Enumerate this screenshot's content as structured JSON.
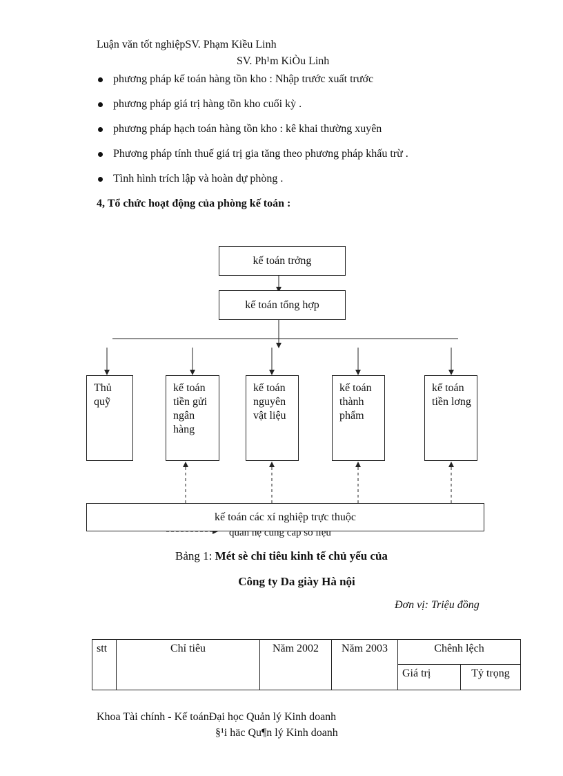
{
  "header": {
    "line1": "Luận văn tốt nghiệpSV.  Phạm Kiều Linh",
    "line2": "SV. Ph¹m KiÒu Linh"
  },
  "bullets": [
    "phương pháp kế toán hàng tồn kho : Nhập trước xuất trước",
    "phương pháp giá trị hàng tồn kho cuối kỳ .",
    "phương pháp hạch toán hàng tồn kho : kê khai thường xuyên",
    "Phương pháp tính thuế giá trị gia tăng theo phương pháp khấu trừ .",
    "Tình hình trích lập và hoàn dự phòng ."
  ],
  "section_heading": "4, Tổ chức hoạt động của phòng kế toán :",
  "diagram": {
    "top_box": "kế toán  trởng",
    "second_box": "kế toán  tổng hợp",
    "columns": [
      "Thủ quỹ",
      "kế toán tiền gửi ngân hàng",
      "kế toán nguyên vật liệu",
      "kế toán thành phẩm",
      "kế toán tiền lơng"
    ],
    "bottom_box": "kế toán  các xí nghiệp trực thuộc",
    "legend": "quan hệ cung cấp số liệu"
  },
  "table_caption": {
    "prefix": "Bảng 1: ",
    "title_bold": "Mét sè chỉ tiêu kinh tế chủ yếu của",
    "line2": "Công ty Da giày Hà nội",
    "unit": "Đơn vị: Triệu đồng"
  },
  "table": {
    "headers": [
      "stt",
      "Chỉ tiêu",
      "Năm 2002",
      "Năm 2003",
      "Chênh lệch"
    ],
    "subheaders": [
      "Giá trị",
      "Tỷ trọng"
    ]
  },
  "footer": {
    "line1": "Khoa Tài chính - Kế toánĐại học Quản lý Kinh doanh",
    "line2": "§¹i häc Qu¶n lý Kinh doanh"
  }
}
